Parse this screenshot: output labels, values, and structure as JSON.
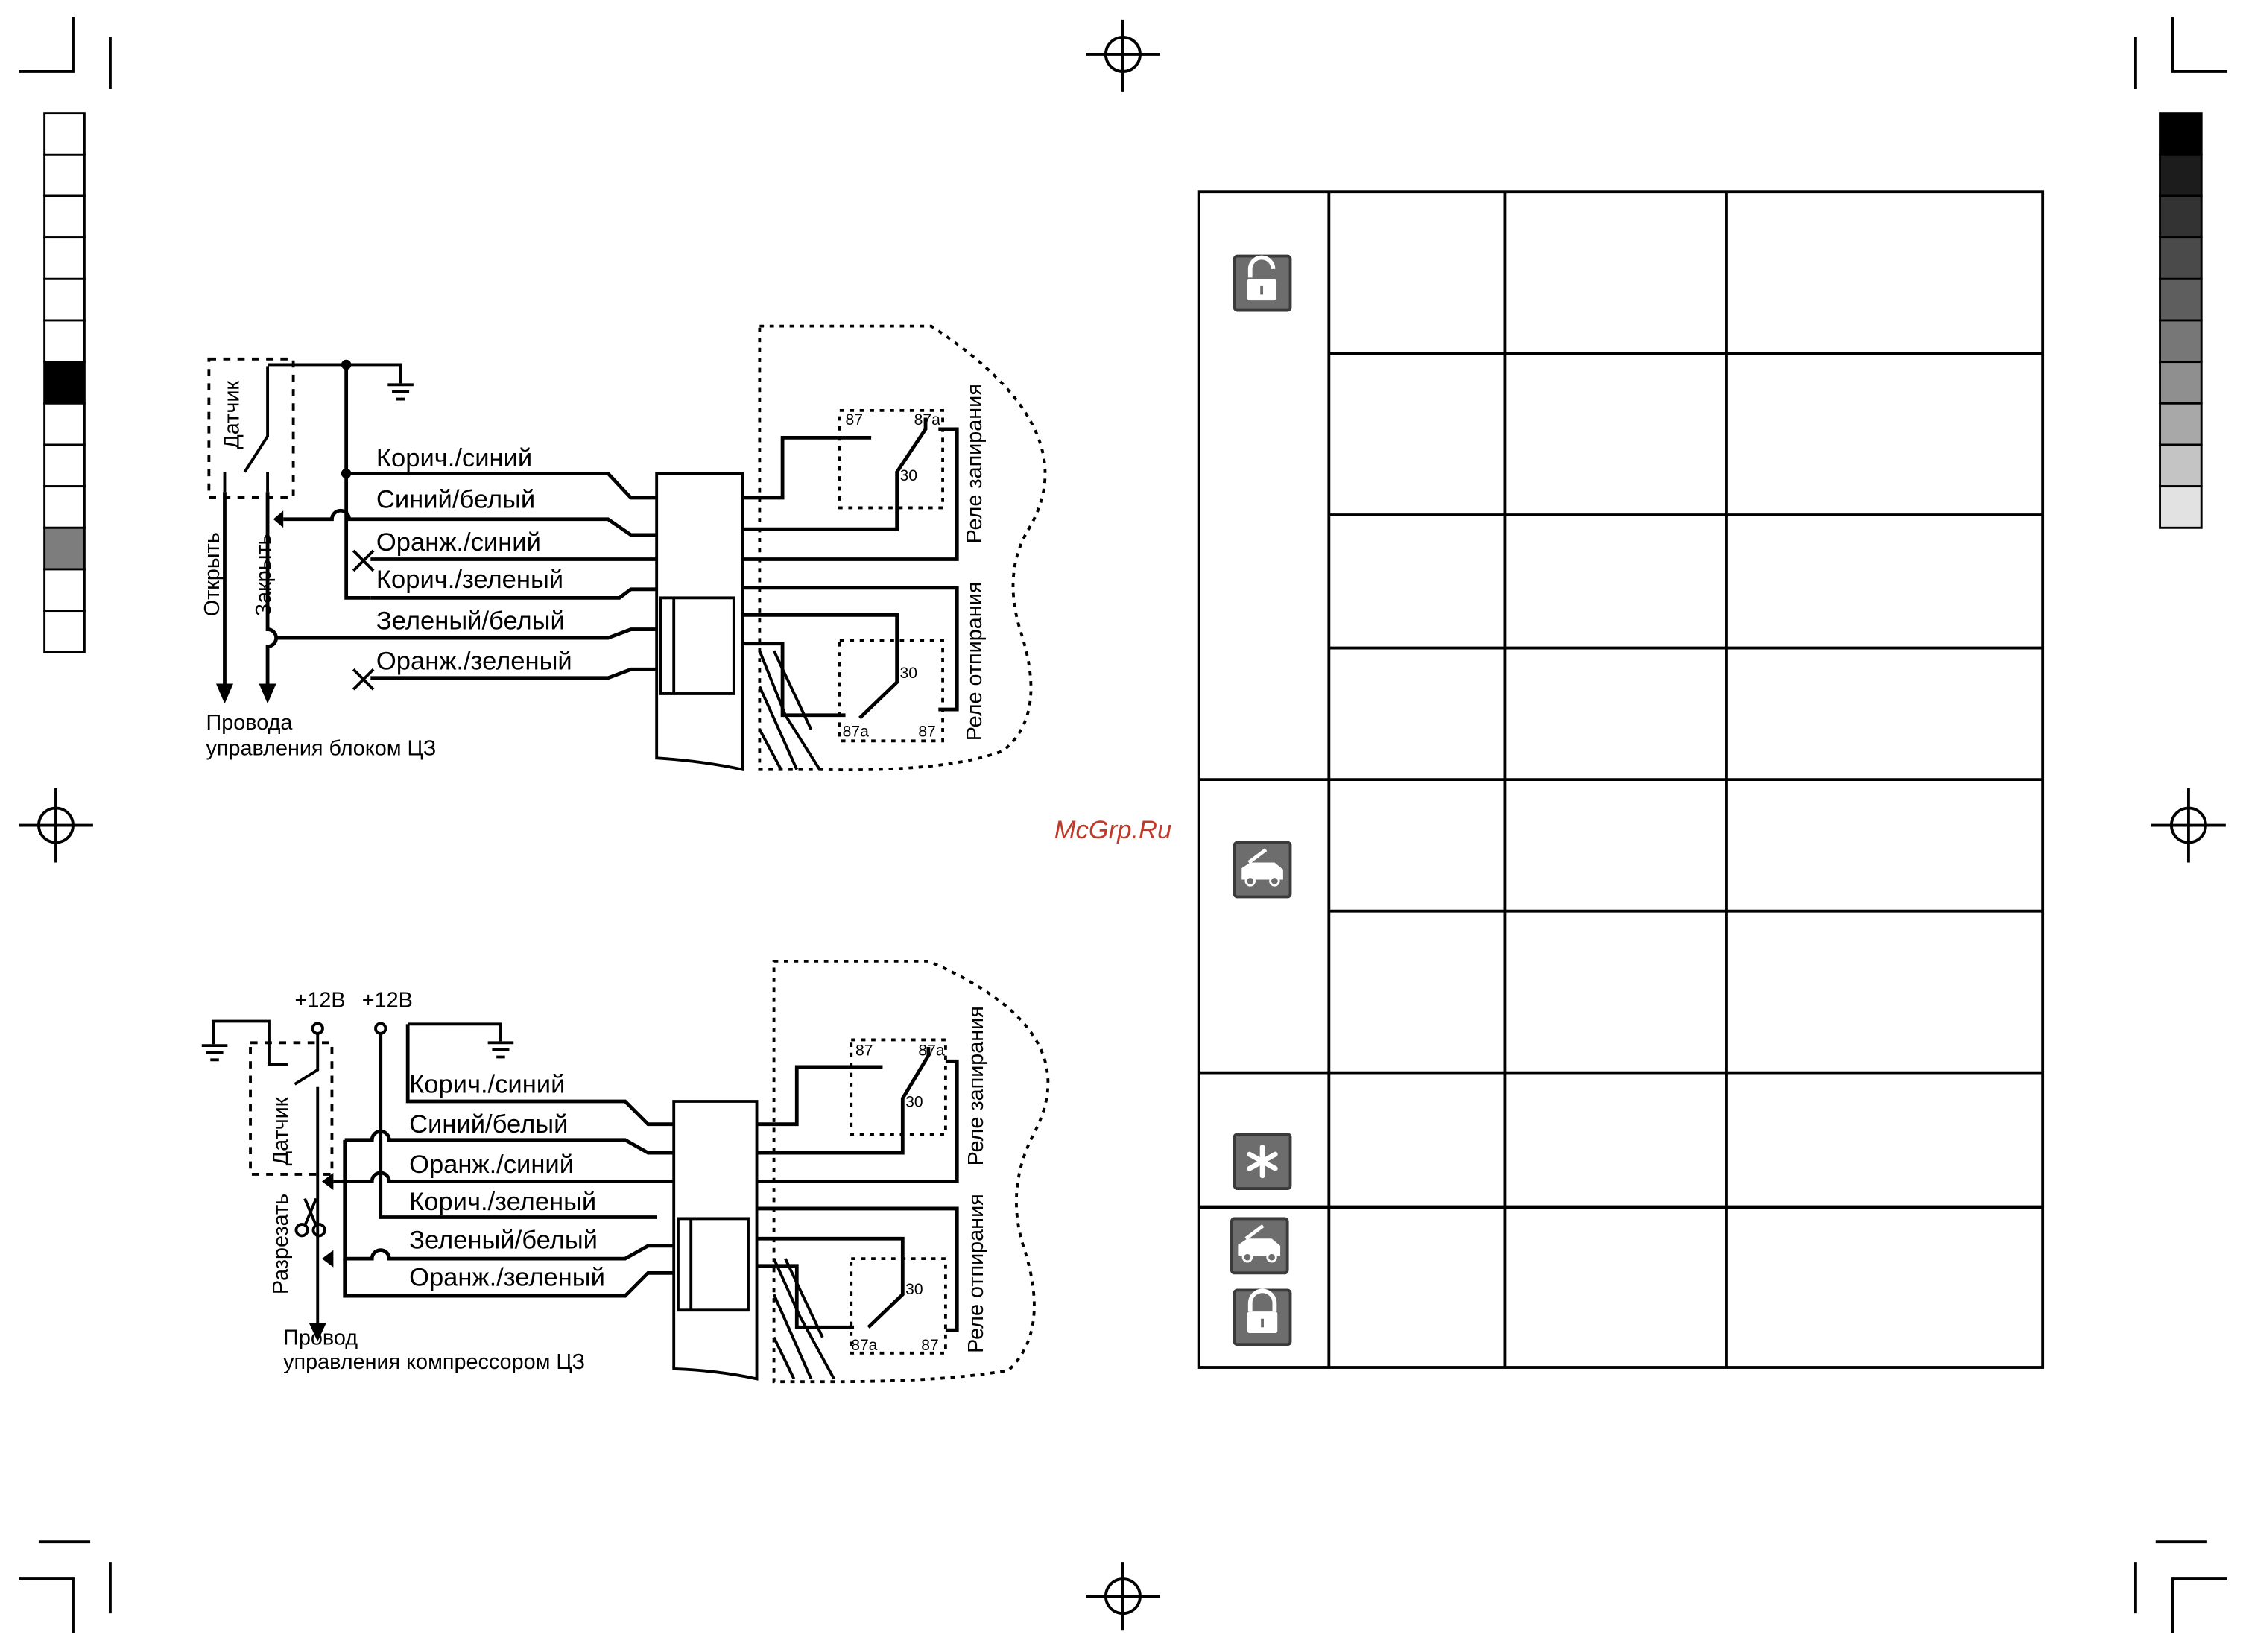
{
  "watermark": "McGrp.Ru",
  "diagram1": {
    "sensor": "Датчик",
    "open": "Открыть",
    "close": "Закрыть",
    "wires": [
      "Корич./синий",
      "Синий/белый",
      "Оранж./синий",
      "Корич./зеленый",
      "Зеленый/белый",
      "Оранж./зеленый"
    ],
    "relay_lock": "Реле запирания",
    "relay_unlock": "Реле отпирания",
    "caption_line1": "Провода",
    "caption_line2": "управления блоком ЦЗ",
    "pins": {
      "p87": "87",
      "p87a": "87a",
      "p30": "30"
    }
  },
  "diagram2": {
    "sensor": "Датчик",
    "v12a": "+12В",
    "v12b": "+12В",
    "cut": "Разрезать",
    "wires": [
      "Корич./синий",
      "Синий/белый",
      "Оранж./синий",
      "Корич./зеленый",
      "Зеленый/белый",
      "Оранж./зеленый"
    ],
    "relay_lock": "Реле запирания",
    "relay_unlock": "Реле отпирания",
    "caption_line1": "Провод",
    "caption_line2": "управления компрессором ЦЗ",
    "pins": {
      "p87": "87",
      "p87a": "87a",
      "p30": "30"
    }
  },
  "table": {
    "icons": [
      "unlock-icon",
      "car-hood-icon",
      "asterisk-icon",
      "car-hood-icon",
      "lock-icon"
    ],
    "accent": "#6d6d6d"
  },
  "gray_scale": [
    "#000000",
    "#1c1c1c",
    "#333333",
    "#4a4a4a",
    "#5e5e5e",
    "#777777",
    "#8f8f8f",
    "#a8a8a8",
    "#c4c4c4",
    "#e2e2e2"
  ],
  "left_color_bar": [
    "#ffffff",
    "#ffffff",
    "#ffffff",
    "#ffffff",
    "#ffffff",
    "#ffffff",
    "#000000",
    "#ffffff",
    "#ffffff",
    "#ffffff",
    "#7d7d7d",
    "#ffffff",
    "#ffffff"
  ]
}
